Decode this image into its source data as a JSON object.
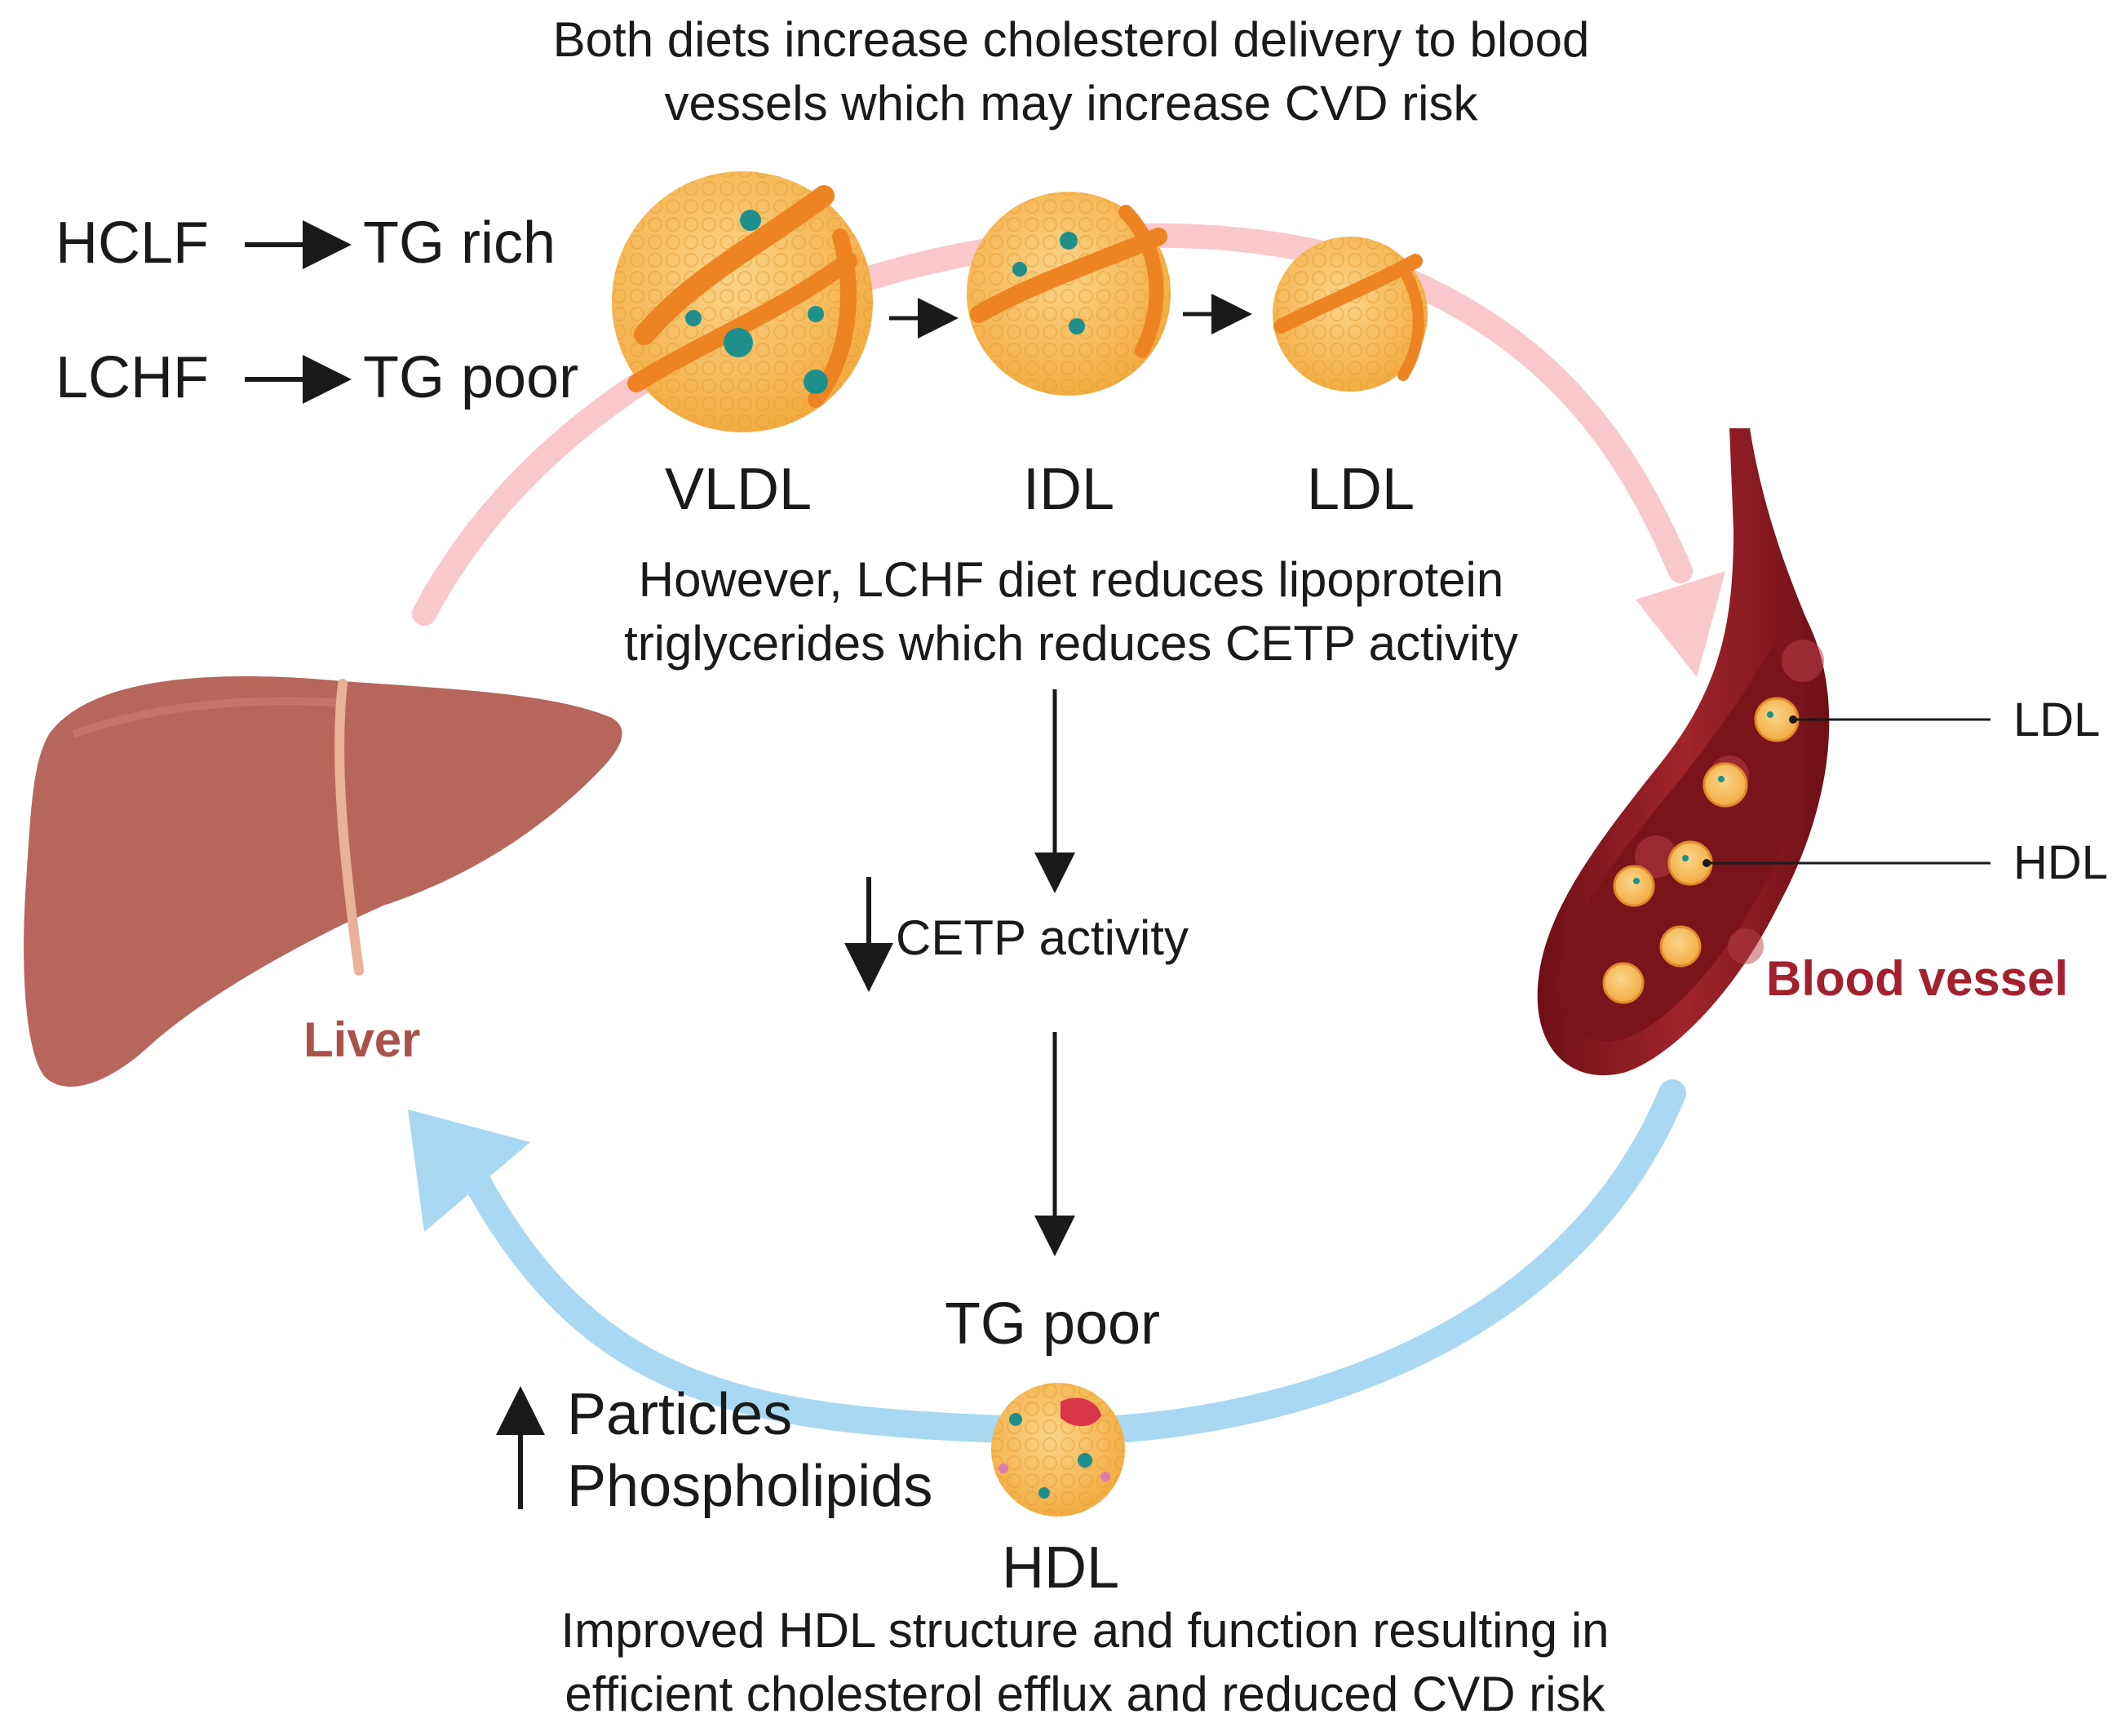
{
  "top_caption": {
    "line1": "Both diets increase cholesterol delivery to blood",
    "line2": "vessels which may increase CVD risk"
  },
  "diets": [
    {
      "diet": "HCLF",
      "result": "TG rich"
    },
    {
      "diet": "LCHF",
      "result": "TG poor"
    }
  ],
  "lipoproteins": {
    "vldl": "VLDL",
    "idl": "IDL",
    "ldl": "LDL"
  },
  "middle_caption": {
    "line1": "However, LCHF diet reduces lipoprotein",
    "line2": "triglycerides which reduces CETP activity"
  },
  "cetp": {
    "label": "CETP activity",
    "direction": "decrease"
  },
  "hdl": {
    "tg_label": "TG poor",
    "label": "HDL",
    "increase_items": [
      "Particles",
      "Phospholipids"
    ],
    "direction": "increase"
  },
  "organs": {
    "liver": "Liver",
    "vessel": "Blood vessel",
    "vessel_ldl": "LDL",
    "vessel_hdl": "HDL"
  },
  "bottom_caption": {
    "line1": "Improved HDL structure and function resulting in",
    "line2": "efficient cholesterol efflux and reduced CVD risk"
  },
  "colors": {
    "upper_cycle_arrow": "#f9c8cc",
    "lower_cycle_arrow": "#a9d8f2",
    "liver": "#b7665c",
    "liver_label": "#a9524a",
    "vessel": "#8e1d24",
    "vessel_label": "#a3202e",
    "particle_fill": "#f6b650",
    "particle_stripe": "#ee8323",
    "particle_dot": "#1f8f8c"
  }
}
